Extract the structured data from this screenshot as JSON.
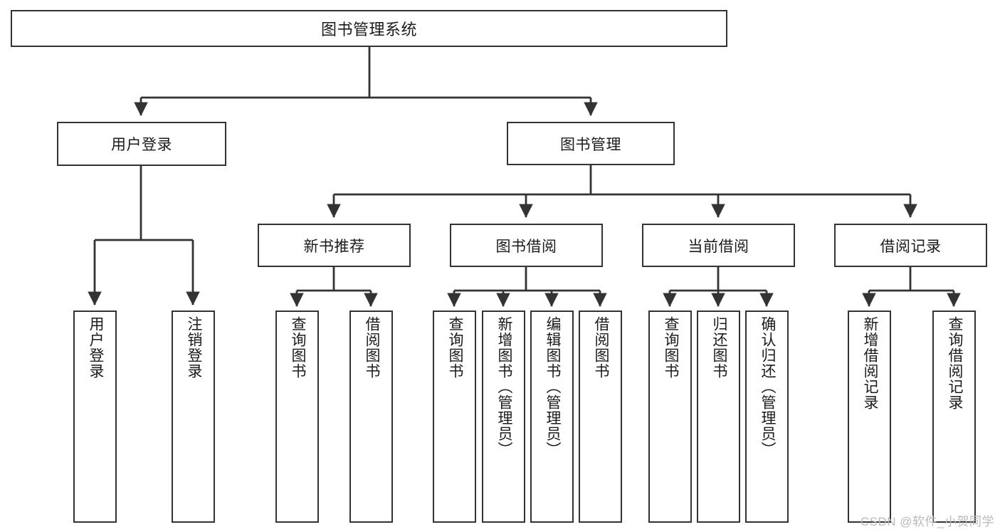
{
  "diagram": {
    "title": "图书管理系统",
    "type": "tree-hierarchy-diagram",
    "watermark": "CSDN @软件_小贺同学",
    "colors": {
      "box_border": "#333333",
      "box_fill": "#ffffff",
      "edge": "#333333",
      "text": "#1b1b1b",
      "watermark": "#b9b9b9"
    },
    "root": {
      "label": "图书管理系统"
    },
    "level2": [
      {
        "id": "user-login",
        "label": "用户登录"
      },
      {
        "id": "book-management",
        "label": "图书管理"
      }
    ],
    "level3": [
      {
        "id": "new-book-recommend",
        "label": "新书推荐",
        "parent": "book-management"
      },
      {
        "id": "book-borrow",
        "label": "图书借阅",
        "parent": "book-management"
      },
      {
        "id": "current-borrow",
        "label": "当前借阅",
        "parent": "book-management"
      },
      {
        "id": "borrow-record",
        "label": "借阅记录",
        "parent": "book-management"
      }
    ],
    "leaves": {
      "user-login": [
        {
          "id": "leaf-user-login",
          "label": "用户登录"
        },
        {
          "id": "leaf-user-logout",
          "label": "注销登录"
        }
      ],
      "new-book-recommend": [
        {
          "id": "leaf-query-book-1",
          "label": "查询图书"
        },
        {
          "id": "leaf-borrow-book-1",
          "label": "借阅图书"
        }
      ],
      "book-borrow": [
        {
          "id": "leaf-query-book-2",
          "label": "查询图书"
        },
        {
          "id": "leaf-add-book",
          "label": "新增图书（管理员）"
        },
        {
          "id": "leaf-edit-book",
          "label": "编辑图书（管理员）"
        },
        {
          "id": "leaf-borrow-book-2",
          "label": "借阅图书"
        }
      ],
      "current-borrow": [
        {
          "id": "leaf-query-book-3",
          "label": "查询图书"
        },
        {
          "id": "leaf-return-book",
          "label": "归还图书"
        },
        {
          "id": "leaf-confirm-return",
          "label": "确认归还（管理员）"
        }
      ],
      "borrow-record": [
        {
          "id": "leaf-add-record",
          "label": "新增借阅记录"
        },
        {
          "id": "leaf-query-record",
          "label": "查询借阅记录"
        }
      ]
    }
  }
}
